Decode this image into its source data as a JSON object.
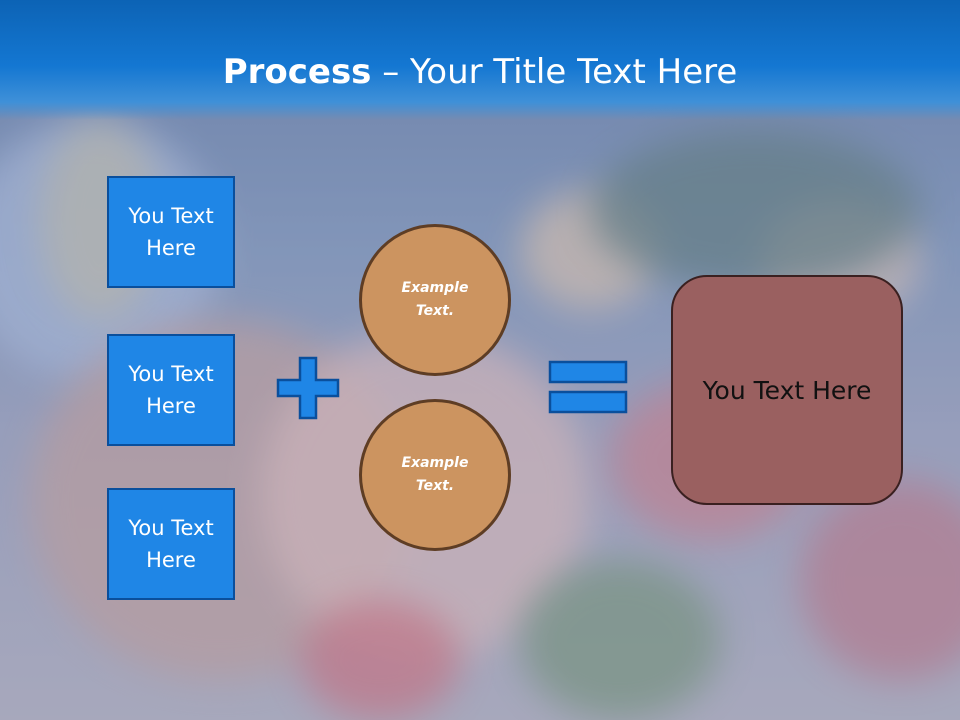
{
  "slide": {
    "title_bold": "Process",
    "title_rest": " – Your Title Text Here",
    "boxes": [
      "You Text\nHere",
      "You Text\nHere",
      "You Text\nHere"
    ],
    "circles": [
      "Example\nText.",
      "Example\nText."
    ],
    "result_text": "You Text Here",
    "icons": [
      "plus-icon",
      "equals-icon"
    ]
  },
  "colors": {
    "header_blue": "#1477d2",
    "box_blue": "#1f86e6",
    "circle_tan": "#cc9460",
    "result_brown": "#9a6060"
  }
}
